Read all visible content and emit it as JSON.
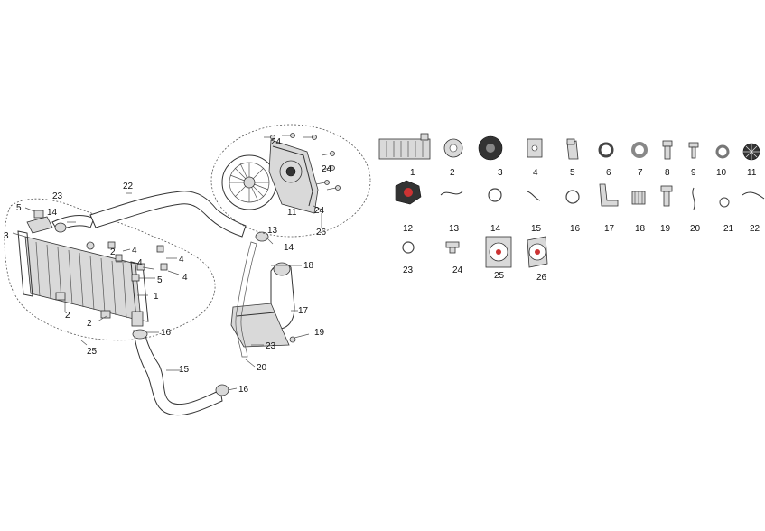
{
  "callouts": [
    {
      "id": "c1",
      "text": "1"
    },
    {
      "id": "c2a",
      "text": "2"
    },
    {
      "id": "c2b",
      "text": "2"
    },
    {
      "id": "c2c",
      "text": "2"
    },
    {
      "id": "c3",
      "text": "3"
    },
    {
      "id": "c4a",
      "text": "4"
    },
    {
      "id": "c4b",
      "text": "4"
    },
    {
      "id": "c4c",
      "text": "4"
    },
    {
      "id": "c4d",
      "text": "4"
    },
    {
      "id": "c5a",
      "text": "5"
    },
    {
      "id": "c5b",
      "text": "5"
    },
    {
      "id": "c11",
      "text": "11"
    },
    {
      "id": "c13",
      "text": "13"
    },
    {
      "id": "c14a",
      "text": "14"
    },
    {
      "id": "c14b",
      "text": "14"
    },
    {
      "id": "c15",
      "text": "15"
    },
    {
      "id": "c16a",
      "text": "16"
    },
    {
      "id": "c16b",
      "text": "16"
    },
    {
      "id": "c17",
      "text": "17"
    },
    {
      "id": "c18",
      "text": "18"
    },
    {
      "id": "c19",
      "text": "19"
    },
    {
      "id": "c20",
      "text": "20"
    },
    {
      "id": "c22",
      "text": "22"
    },
    {
      "id": "c23a",
      "text": "23"
    },
    {
      "id": "c23b",
      "text": "23"
    },
    {
      "id": "c24a",
      "text": "24"
    },
    {
      "id": "c24b",
      "text": "24"
    },
    {
      "id": "c24c",
      "text": "24"
    },
    {
      "id": "c25",
      "text": "25"
    },
    {
      "id": "c26",
      "text": "26"
    }
  ],
  "legend": [
    {
      "num": "1",
      "icon": "radiator-icon"
    },
    {
      "num": "2",
      "icon": "grommet-icon"
    },
    {
      "num": "3",
      "icon": "radiator-cap-icon"
    },
    {
      "num": "4",
      "icon": "clip-nut-icon"
    },
    {
      "num": "5",
      "icon": "fastener-icon"
    },
    {
      "num": "6",
      "icon": "spring-washer-icon"
    },
    {
      "num": "7",
      "icon": "flat-washer-icon"
    },
    {
      "num": "8",
      "icon": "bolt-icon"
    },
    {
      "num": "9",
      "icon": "screw-icon"
    },
    {
      "num": "10",
      "icon": "o-ring-icon"
    },
    {
      "num": "11",
      "icon": "fan-wheel-icon"
    },
    {
      "num": "12",
      "icon": "fan-motor-icon"
    },
    {
      "num": "13",
      "icon": "small-hose-icon"
    },
    {
      "num": "14",
      "icon": "hose-clamp-icon"
    },
    {
      "num": "15",
      "icon": "hose-icon"
    },
    {
      "num": "16",
      "icon": "hose-clamp-icon"
    },
    {
      "num": "17",
      "icon": "reservoir-bracket-icon"
    },
    {
      "num": "18",
      "icon": "cap-icon"
    },
    {
      "num": "19",
      "icon": "bolt-icon"
    },
    {
      "num": "20",
      "icon": "overflow-tube-icon"
    },
    {
      "num": "21",
      "icon": "clip-icon"
    },
    {
      "num": "22",
      "icon": "long-hose-icon"
    },
    {
      "num": "23",
      "icon": "spring-clamp-icon"
    },
    {
      "num": "24",
      "icon": "collar-icon"
    },
    {
      "num": "25",
      "icon": "fan-assembly-icon"
    },
    {
      "num": "26",
      "icon": "fan-assembly-icon"
    }
  ]
}
